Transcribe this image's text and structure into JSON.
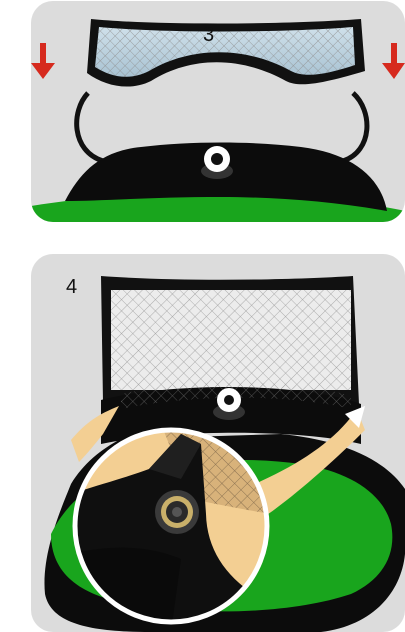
{
  "steps": [
    {
      "number": "3",
      "arrows": [
        "down-arrow-left",
        "down-arrow-right"
      ]
    },
    {
      "number": "4",
      "callout": "grommet-detail-magnifier"
    }
  ],
  "colors": {
    "panel_bg": "#dddddd",
    "frame": "#111111",
    "ground": "#18a51c",
    "arrow": "#d62a1e",
    "callout_fill": "#f3cf93",
    "net_grid": "#9a9a9a",
    "net_bg_top": "#bcd3e0",
    "net_bg": "#e9e9e9",
    "grommet_ring": "#c9b06a"
  }
}
